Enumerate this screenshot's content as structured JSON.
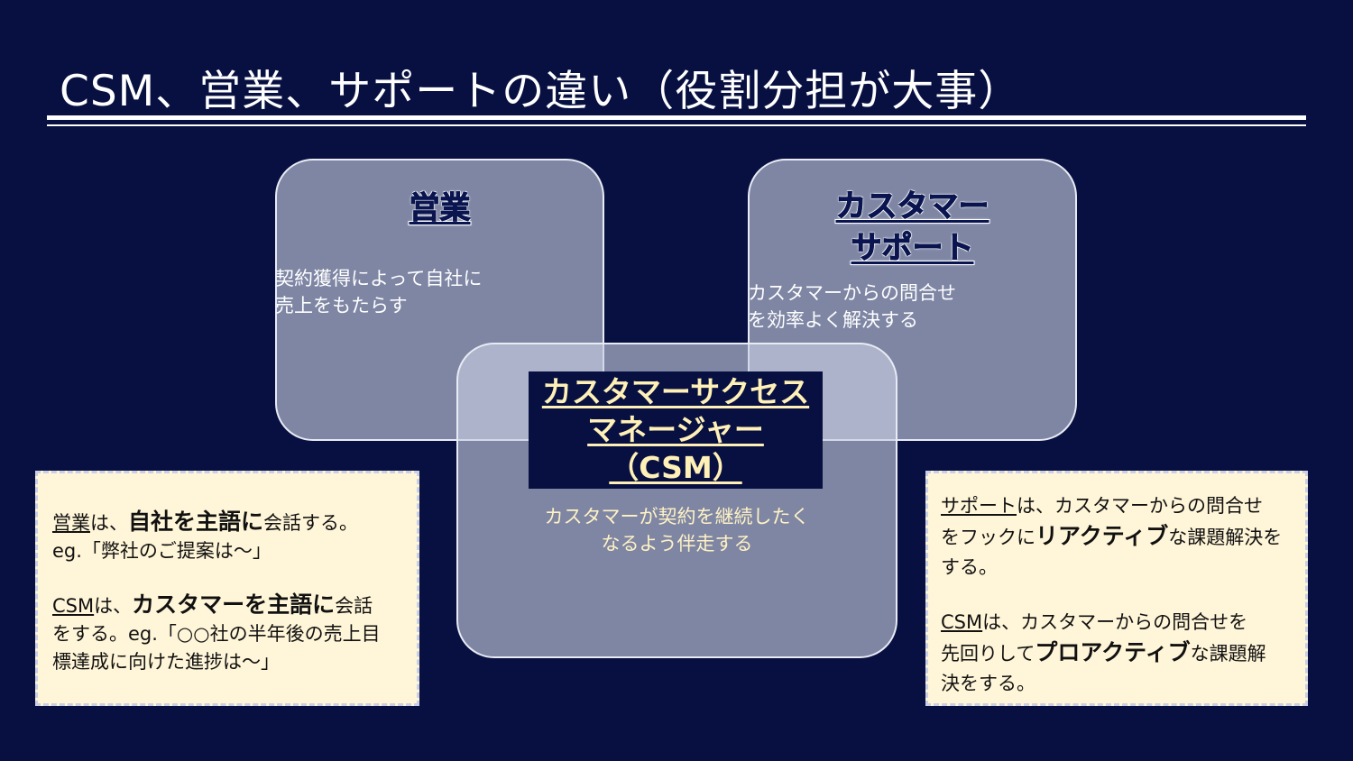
{
  "title": "CSM、営業、サポートの違い（役割分担が大事）",
  "sales": {
    "heading": "営業",
    "body_line1": "契約獲得によって自社に",
    "body_line2": "売上をもたらす"
  },
  "support": {
    "heading_line1": "カスタマー",
    "heading_line2": "サポート",
    "body_line1": "カスタマーからの問合せ",
    "body_line2": "を効率よく解決する"
  },
  "csm": {
    "heading_line1": "カスタマーサクセス",
    "heading_line2": "マネージャー（CSM）",
    "body_line1": "カスタマーが契約を継続したく",
    "body_line2": "なるよう伴走する"
  },
  "note_left": {
    "p1_subject": "営業",
    "p1_a": "は、",
    "p1_em": "自社を主語に",
    "p1_b": "会話する。",
    "p1_line2": "eg.「弊社のご提案は～」",
    "p2_subject": "CSM",
    "p2_a": "は、",
    "p2_em": "カスタマーを主語に",
    "p2_b": "会話",
    "p2_line2": "をする。eg.「○○社の半年後の売上目",
    "p2_line3": "標達成に向けた進捗は～」"
  },
  "note_right": {
    "p1_subject": "サポート",
    "p1_a": "は、カスタマーからの問合せ",
    "p1_b": "をフックに",
    "p1_em": "リアクティブ",
    "p1_c": "な課題解決を",
    "p1_d": "する。",
    "p2_subject": "CSM",
    "p2_a": "は、カスタマーからの問合せを",
    "p2_b": "先回りして",
    "p2_em": "プロアクティブ",
    "p2_c": "な課題解",
    "p2_d": "決をする。"
  },
  "colors": {
    "background": "#071040",
    "box_fill": "#c8cee2",
    "heading_text": "#0a1550",
    "csm_text": "#fff0b8",
    "note_fill": "#fff5d8"
  }
}
